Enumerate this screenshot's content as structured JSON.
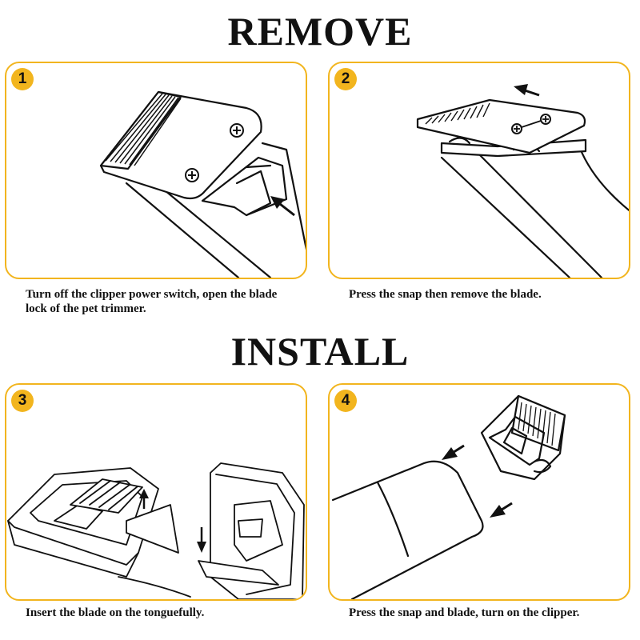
{
  "sections": {
    "remove_title": "REMOVE",
    "install_title": "INSTALL"
  },
  "steps": [
    {
      "number": "1",
      "caption": "Turn off the clipper power switch, open the blade lock of the pet trimmer."
    },
    {
      "number": "2",
      "caption": "Press the snap then remove the blade."
    },
    {
      "number": "3",
      "caption": "Insert the blade on the tonguefully."
    },
    {
      "number": "4",
      "caption": "Press the snap and blade, turn on the clipper."
    }
  ],
  "colors": {
    "accent": "#F2B51E",
    "text": "#111111",
    "background": "#ffffff"
  },
  "icons": {
    "arrow": "arrow-icon",
    "screw": "screw-icon"
  }
}
